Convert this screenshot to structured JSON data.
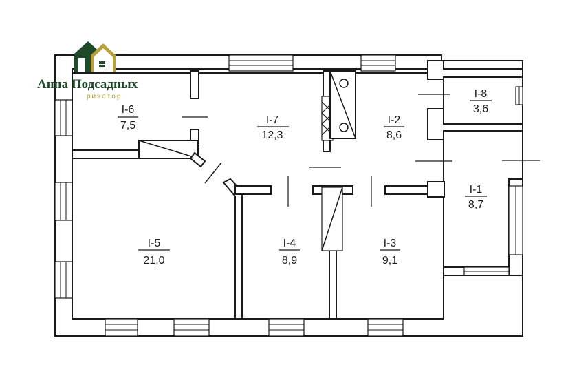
{
  "brand": {
    "name": "Анна Подсадных",
    "subtitle": "риэлтор",
    "colors": {
      "green": "#1f4a2a",
      "gold": "#b8a03a"
    },
    "icon": "house-logo-icon"
  },
  "rooms": [
    {
      "key": "i6",
      "id": "I-6",
      "area": "7,5"
    },
    {
      "key": "i7",
      "id": "I-7",
      "area": "12,3"
    },
    {
      "key": "i2",
      "id": "I-2",
      "area": "8,6"
    },
    {
      "key": "i8",
      "id": "I-8",
      "area": "3,6"
    },
    {
      "key": "i1",
      "id": "I-1",
      "area": "8,7"
    },
    {
      "key": "i5",
      "id": "I-5",
      "area": "21,0"
    },
    {
      "key": "i4",
      "id": "I-4",
      "area": "8,9"
    },
    {
      "key": "i3",
      "id": "I-3",
      "area": "9,1"
    }
  ]
}
